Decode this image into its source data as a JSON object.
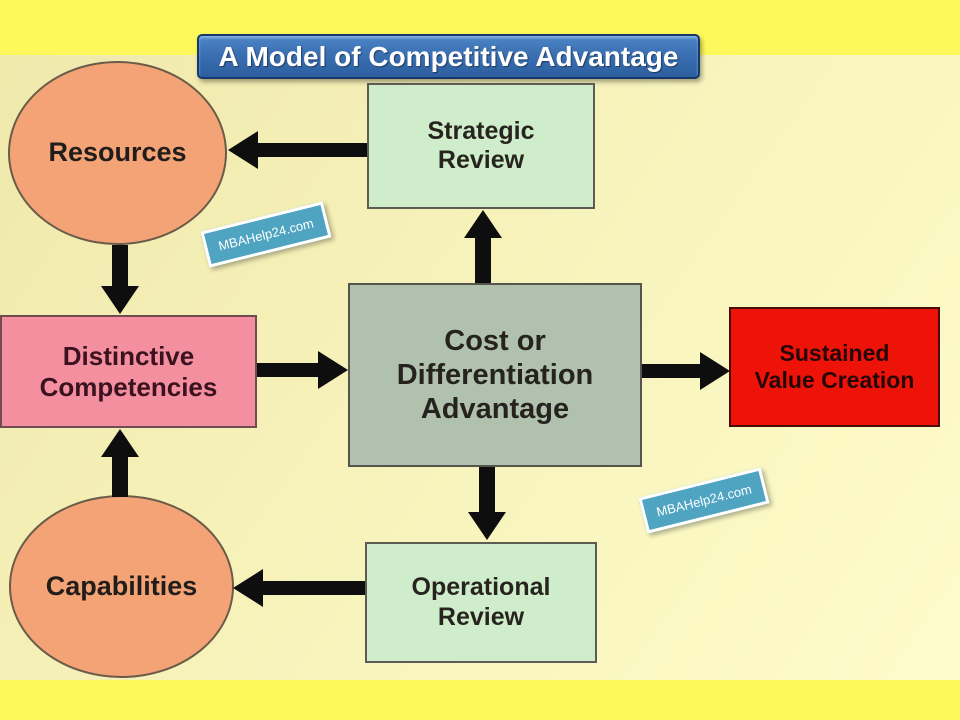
{
  "slide": {
    "title": "A Model of Competitive Advantage"
  },
  "nodes": {
    "resources": {
      "label": "Resources",
      "shape": "ellipse",
      "fill": "#f4a377"
    },
    "capabilities": {
      "label": "Capabilities",
      "shape": "ellipse",
      "fill": "#f4a377"
    },
    "strategic_review": {
      "label": "Strategic\nReview",
      "shape": "rect",
      "fill": "#cfedca"
    },
    "operational_review": {
      "label": "Operational\nReview",
      "shape": "rect",
      "fill": "#cfedca"
    },
    "distinctive_competencies": {
      "label": "Distinctive\nCompetencies",
      "shape": "rect",
      "fill": "#f48f9f"
    },
    "cost_or_differentiation_advantage": {
      "label": "Cost or\nDifferentiation\nAdvantage",
      "shape": "rect",
      "fill": "#b0c2ae"
    },
    "sustained_value_creation": {
      "label": "Sustained\nValue Creation",
      "shape": "rect",
      "fill": "#ee1309"
    }
  },
  "edges": [
    {
      "from": "strategic_review",
      "to": "resources",
      "direction": "left"
    },
    {
      "from": "resources",
      "to": "distinctive_competencies",
      "direction": "down"
    },
    {
      "from": "capabilities",
      "to": "distinctive_competencies",
      "direction": "up"
    },
    {
      "from": "distinctive_competencies",
      "to": "cost_or_differentiation_advantage",
      "direction": "right"
    },
    {
      "from": "cost_or_differentiation_advantage",
      "to": "strategic_review",
      "direction": "up"
    },
    {
      "from": "cost_or_differentiation_advantage",
      "to": "operational_review",
      "direction": "down"
    },
    {
      "from": "cost_or_differentiation_advantage",
      "to": "sustained_value_creation",
      "direction": "right"
    },
    {
      "from": "operational_review",
      "to": "capabilities",
      "direction": "left"
    }
  ],
  "watermark": {
    "text": "MBAHelp24.com",
    "fill": "#4ea4c1"
  },
  "colors": {
    "background_top_left": "#efe8ab",
    "background_bottom_right": "#fefccb",
    "frame_bars": "#fdf95c",
    "title_fill": "#3a6fb2",
    "title_border": "#16386b",
    "arrow": "#0e0e0e"
  }
}
